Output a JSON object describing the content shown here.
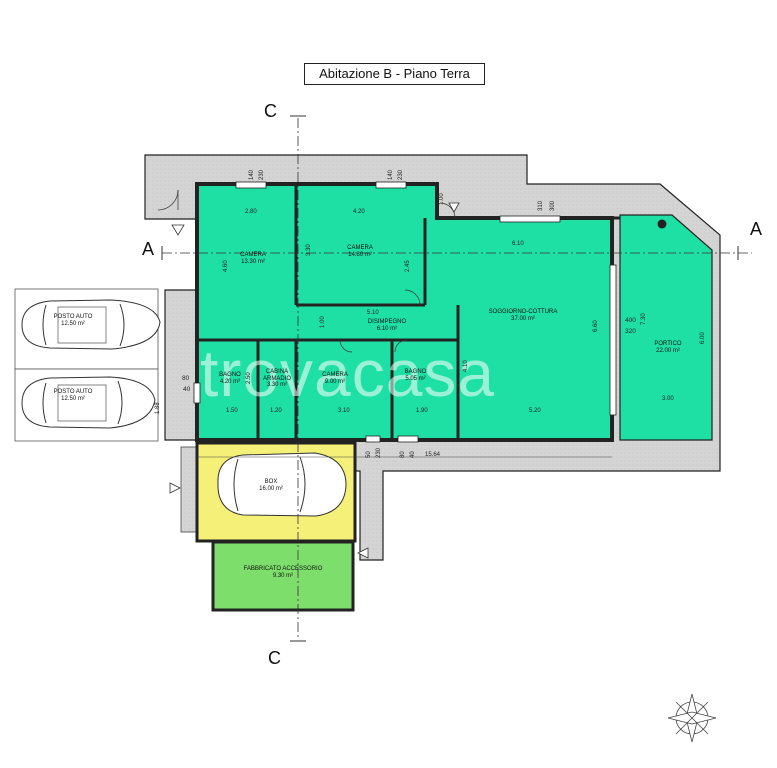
{
  "title": "Abitazione B - Piano Terra",
  "watermark": "trovacasa",
  "sections": {
    "a_left": "A",
    "a_right": "A",
    "c_top": "C",
    "c_bottom": "C"
  },
  "colors": {
    "apartment": "#1fe0a4",
    "portico": "#1fe0a4",
    "box": "#f5f078",
    "accessory": "#7ede6c",
    "wall": "#222222",
    "hatch": "#d8d8d8"
  },
  "rooms": [
    {
      "id": "camera-1",
      "name": "CAMERA",
      "area": "13.30 m²"
    },
    {
      "id": "camera-2",
      "name": "CAMERA",
      "area": "14.80 m²"
    },
    {
      "id": "soggiorno",
      "name": "SOGGIORNO-COTTURA",
      "area": "37.00 m²"
    },
    {
      "id": "disimpegno",
      "name": "DISIMPEGNO",
      "area": "6.10 m²"
    },
    {
      "id": "bagno-1",
      "name": "BAGNO",
      "area": "4.20 m²"
    },
    {
      "id": "cabina",
      "name": "CABINA ARMADIO",
      "area": "3.30 m²"
    },
    {
      "id": "camera-3",
      "name": "CAMERA",
      "area": "9.00 m²"
    },
    {
      "id": "bagno-2",
      "name": "BAGNO",
      "area": "5.05 m²"
    },
    {
      "id": "portico",
      "name": "PORTICO",
      "area": "22.00 m²"
    },
    {
      "id": "box",
      "name": "BOX",
      "area": "16.00 m²"
    },
    {
      "id": "accessorio",
      "name": "FABBRICATO ACCESSORIO",
      "area": "9.30 m²"
    },
    {
      "id": "posto-1",
      "name": "POSTO AUTO",
      "area": "12.50 m²"
    },
    {
      "id": "posto-2",
      "name": "POSTO AUTO",
      "area": "12.50 m²"
    }
  ],
  "dimensions": {
    "w280": "2.80",
    "w420": "4.20",
    "w610": "6.10",
    "w510": "5.10",
    "w150": "1.50",
    "w120": "1.20",
    "w310": "3.10",
    "w190": "1.90",
    "w520": "5.20",
    "w300": "3.00",
    "h460": "4.60",
    "h330": "3.30",
    "h245": "2.45",
    "h100": "1.00",
    "h410": "4.10",
    "h660": "6.60",
    "h730": "7.30",
    "h600": "6.00",
    "h250": "2.50",
    "h188": "1.88",
    "h100b": "1.00",
    "total": "15.64",
    "win140a": "140",
    "win230a": "230",
    "win140b": "140",
    "win230b": "230",
    "win310": "310",
    "win300": "300",
    "win400": "400",
    "win320": "320",
    "win80a": "80",
    "win40a": "40",
    "win50": "50",
    "win230c": "230",
    "win80b": "80",
    "win40b": "40"
  }
}
